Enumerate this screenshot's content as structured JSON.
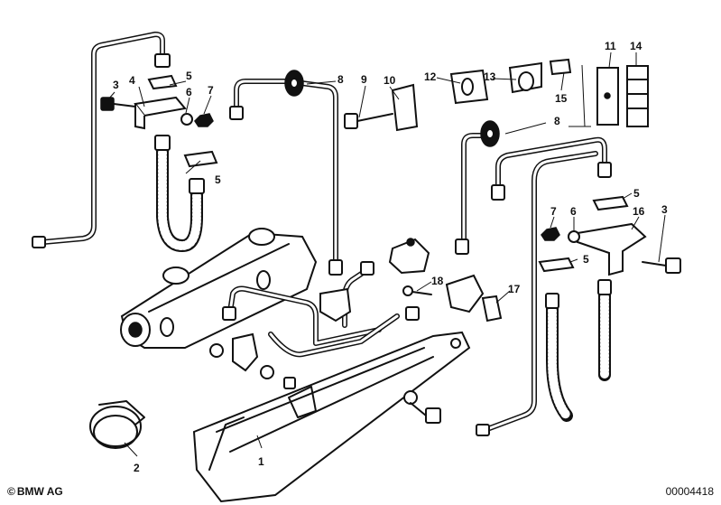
{
  "callouts": {
    "c1": "1",
    "c2": "2",
    "c3a": "3",
    "c3b": "3",
    "c4": "4",
    "c5a": "5",
    "c5b": "5",
    "c5c": "5",
    "c5d": "5",
    "c6a": "6",
    "c6b": "6",
    "c7a": "7",
    "c7b": "7",
    "c8a": "8",
    "c8b": "8",
    "c9": "9",
    "c10": "10",
    "c11": "11",
    "c12": "12",
    "c13": "13",
    "c14": "14",
    "c15": "15",
    "c16": "16",
    "c17": "17",
    "c18": "18"
  },
  "footer": {
    "copyright_symbol": "©",
    "brand": "BMW AG",
    "doc_number": "00004418"
  }
}
